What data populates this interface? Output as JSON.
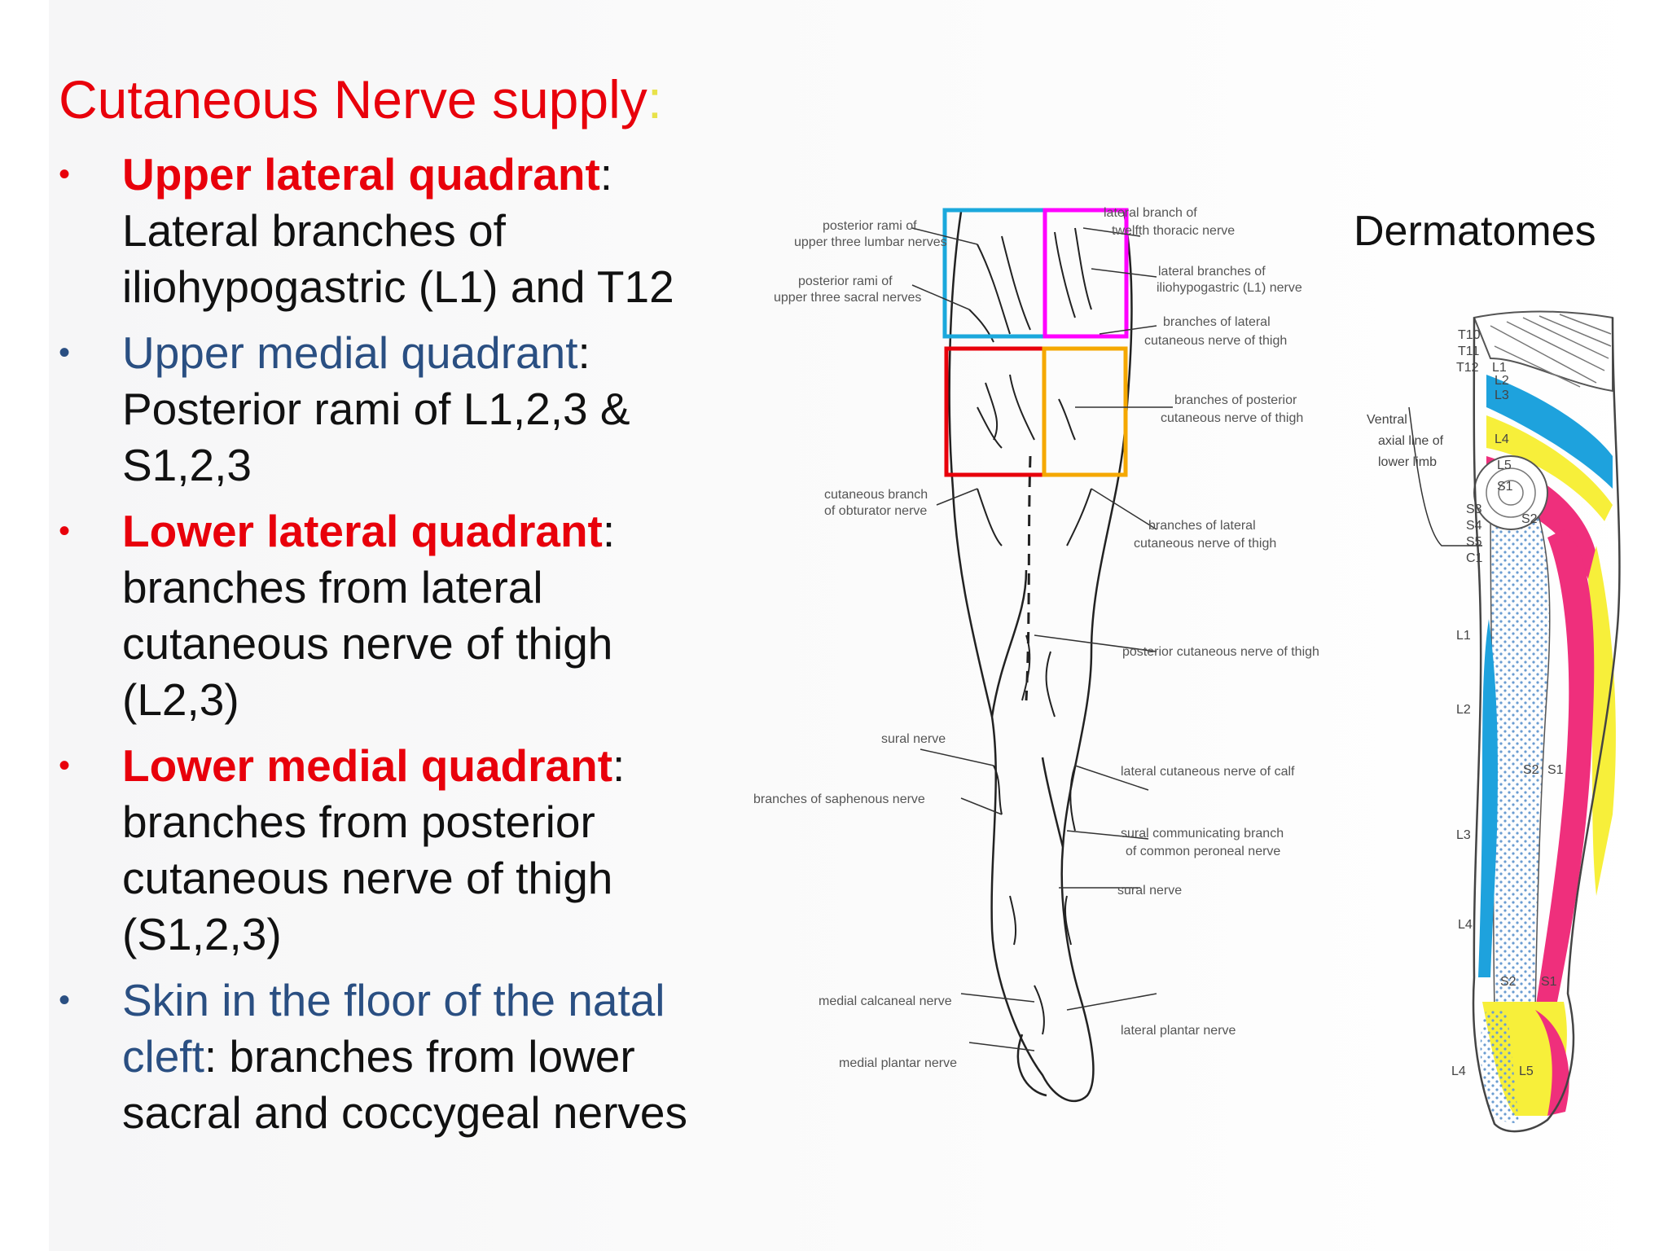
{
  "slide": {
    "title": "Cutaneous Nerve supply",
    "title_colon": ":",
    "bullets": [
      {
        "heading": "Upper lateral quadrant",
        "style": "red-bold",
        "sep": ":",
        "text": "Lateral branches of iliohypogastric (L1) and T12"
      },
      {
        "heading": "Upper medial quadrant",
        "style": "blue",
        "sep": ":",
        "text": "Posterior rami of L1,2,3 & S1,2,3"
      },
      {
        "heading": "Lower lateral quadrant",
        "style": "red-bold",
        "sep": ":",
        "text": "branches from lateral cutaneous nerve of thigh (L2,3)"
      },
      {
        "heading": "Lower medial quadrant",
        "style": "red-bold",
        "sep": ":",
        "text": "branches from posterior cutaneous nerve of thigh (S1,2,3)"
      },
      {
        "heading": "Skin in the floor of the natal cleft",
        "style": "blue",
        "sep": ":",
        "text": " branches from lower sacral and coccygeal nerves"
      }
    ],
    "bullet_char": "•"
  },
  "nerve_diagram": {
    "labels": {
      "posterior_rami_lumbar_1": "posterior rami of",
      "posterior_rami_lumbar_2": "upper three lumbar nerves",
      "posterior_rami_sacral_1": "posterior rami of",
      "posterior_rami_sacral_2": "upper three sacral nerves",
      "lateral_branch_twelfth_1": "lateral branch of",
      "lateral_branch_twelfth_2": "twelfth thoracic nerve",
      "lateral_branches_iliohypogastric_1": "lateral branches of",
      "lateral_branches_iliohypogastric_2": "iliohypogastric (L1) nerve",
      "branches_lateral_cutaneous_1": "branches of lateral",
      "branches_lateral_cutaneous_2": "cutaneous nerve of thigh",
      "branches_posterior_cutaneous_1": "branches of posterior",
      "branches_posterior_cutaneous_2": "cutaneous nerve of thigh",
      "cutaneous_obturator_1": "cutaneous branch",
      "cutaneous_obturator_2": "of obturator nerve",
      "branches_lateral_cutaneous_lower_1": "branches of lateral",
      "branches_lateral_cutaneous_lower_2": "cutaneous nerve of thigh",
      "posterior_cutaneous_thigh": "posterior cutaneous nerve of thigh",
      "sural_nerve_upper": "sural nerve",
      "branches_saphenous": "branches of saphenous nerve",
      "lateral_cutaneous_calf": "lateral cutaneous nerve of calf",
      "sural_communicating_1": "sural communicating branch",
      "sural_communicating_2": "of common peroneal nerve",
      "sural_nerve_lower": "sural nerve",
      "medial_calcaneal": "medial calcaneal nerve",
      "lateral_plantar": "lateral plantar nerve",
      "medial_plantar": "medial plantar nerve"
    },
    "box_colors": {
      "upper_medial": "#1ba8dc",
      "upper_lateral": "#ff00ff",
      "lower_medial": "#e8000b",
      "lower_lateral": "#f5a800"
    }
  },
  "dermatomes": {
    "title": "Dermatomes",
    "ventral_axial_1": "Ventral",
    "ventral_axial_2": "axial line of",
    "ventral_axial_3": "lower limb",
    "segments": {
      "t10": "T10",
      "t11": "T11",
      "t12": "T12",
      "l1_top": "L1",
      "l2_top": "L2",
      "l3_top": "L3",
      "l4_top": "L4",
      "l5_top": "L5",
      "s1_top": "S1",
      "s2_top": "S2",
      "s3": "S3",
      "s4": "S4",
      "s5": "S5",
      "c1": "C1",
      "l1_side": "L1",
      "l2_side": "L2",
      "s2_mid": "S2",
      "s1_mid": "S1",
      "l3_side": "L3",
      "l4_side": "L4",
      "s2_foot": "S2",
      "s1_foot": "S1",
      "l4_foot": "L4",
      "l5_foot": "L5"
    },
    "band_colors": {
      "blue": "#1ea2dd",
      "yellow": "#f7ef3a",
      "pink": "#ef2f7c",
      "dots": "#6a9cd1"
    }
  }
}
